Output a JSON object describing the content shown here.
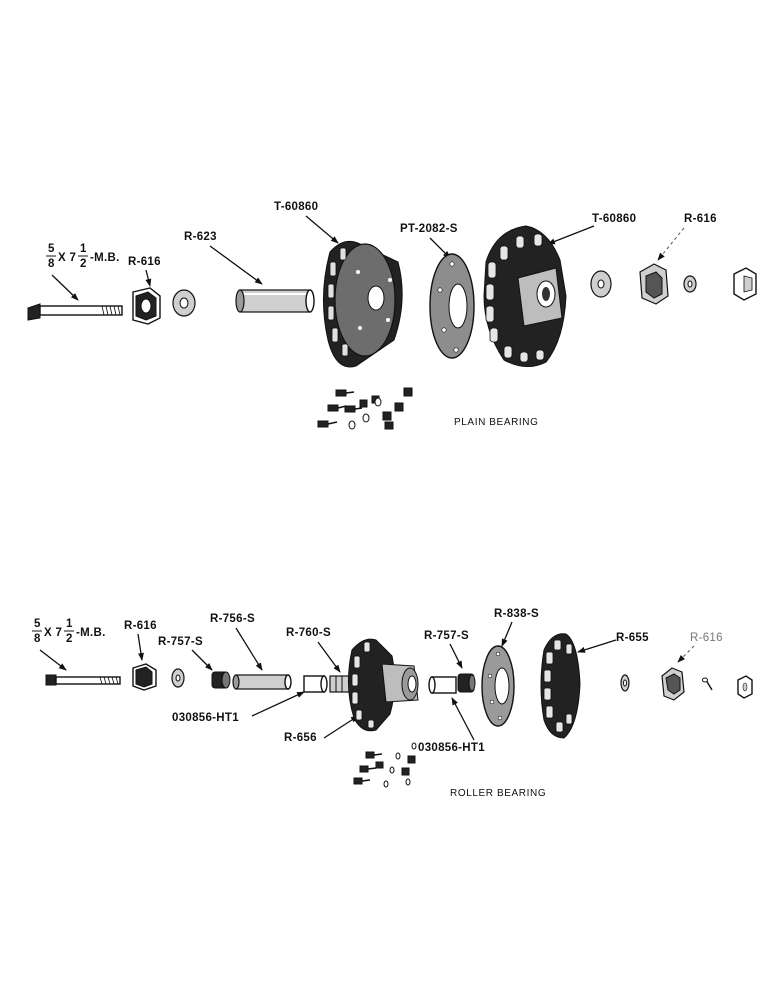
{
  "plain_bearing": {
    "caption": "PLAIN BEARING",
    "labels": {
      "bolt_frac_num": "5",
      "bolt_frac_den": "8",
      "bolt_x": "X 7",
      "bolt_half_num": "1",
      "bolt_half_den": "2",
      "bolt_suffix": "-M.B.",
      "r616_left": "R-616",
      "r623": "R-623",
      "t60860_left": "T-60860",
      "pt2082s": "PT-2082-S",
      "t60860_right": "T-60860",
      "r616_right": "R-616"
    }
  },
  "roller_bearing": {
    "caption": "ROLLER BEARING",
    "labels": {
      "bolt_frac_num": "5",
      "bolt_frac_den": "8",
      "bolt_x": "X 7",
      "bolt_half_num": "1",
      "bolt_half_den": "2",
      "bolt_suffix": "-M.B.",
      "r616_left": "R-616",
      "r757s_left": "R-757-S",
      "r756s": "R-756-S",
      "r760s": "R-760-S",
      "cup_left": "030856-HT1",
      "r656": "R-656",
      "r757s_right": "R-757-S",
      "cup_right": "030856-HT1",
      "r838s": "R-838-S",
      "r655": "R-655",
      "r616_right": "R-616"
    }
  }
}
